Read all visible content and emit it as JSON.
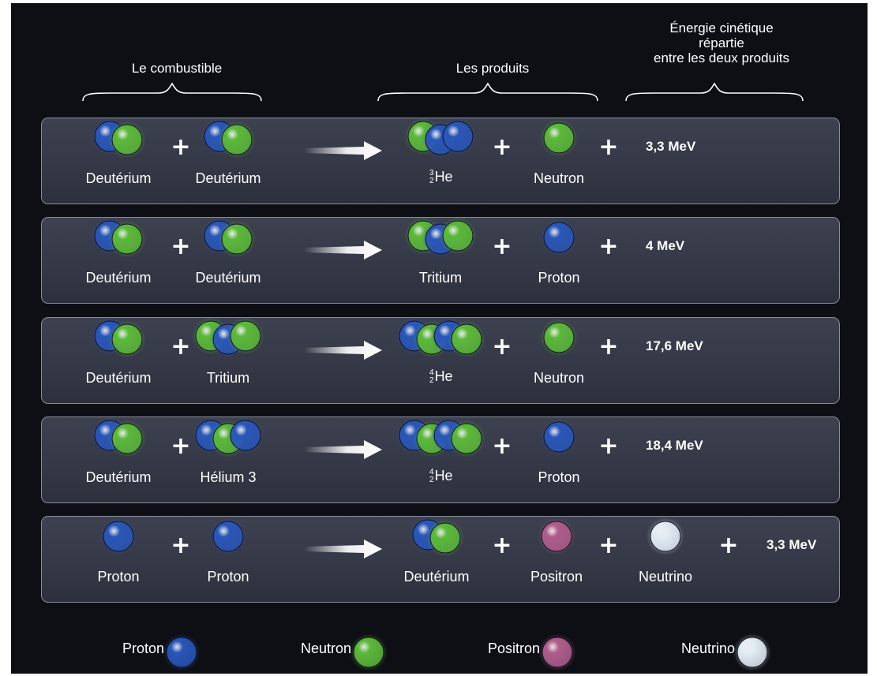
{
  "colors": {
    "background": "#0d0f14",
    "panel": "#383b49",
    "proton": "#2a56b8",
    "neutron": "#5cb83a",
    "positron": "#b05d8c",
    "neutrino": "#e4ecf4",
    "text": "#ffffff"
  },
  "headers": {
    "fuel": "Le combustible",
    "products": "Les produits",
    "energy": [
      "Énergie cinétique",
      "répartie",
      "entre les deux produits"
    ]
  },
  "reactions": [
    {
      "inputs": [
        {
          "label": "Deutérium",
          "particles": [
            "proton",
            "neutron"
          ]
        },
        {
          "label": "Deutérium",
          "particles": [
            "proton",
            "neutron"
          ]
        }
      ],
      "outputs": [
        {
          "isotope": {
            "mass": "3",
            "atomic": "2",
            "symbol": "He"
          },
          "particles": [
            "neutron",
            "proton",
            "proton"
          ]
        },
        {
          "label": "Neutron",
          "particles": [
            "neutron"
          ]
        }
      ],
      "energy": "3,3 MeV"
    },
    {
      "inputs": [
        {
          "label": "Deutérium",
          "particles": [
            "proton",
            "neutron"
          ]
        },
        {
          "label": "Deutérium",
          "particles": [
            "proton",
            "neutron"
          ]
        }
      ],
      "outputs": [
        {
          "label": "Tritium",
          "particles": [
            "neutron",
            "proton",
            "neutron"
          ]
        },
        {
          "label": "Proton",
          "particles": [
            "proton"
          ]
        }
      ],
      "energy": "4 MeV"
    },
    {
      "inputs": [
        {
          "label": "Deutérium",
          "particles": [
            "proton",
            "neutron"
          ]
        },
        {
          "label": "Tritium",
          "particles": [
            "neutron",
            "proton",
            "neutron"
          ]
        }
      ],
      "outputs": [
        {
          "isotope": {
            "mass": "4",
            "atomic": "2",
            "symbol": "He"
          },
          "particles": [
            "proton",
            "neutron",
            "proton",
            "neutron"
          ]
        },
        {
          "label": "Neutron",
          "particles": [
            "neutron"
          ]
        }
      ],
      "energy": "17,6 MeV"
    },
    {
      "inputs": [
        {
          "label": "Deutérium",
          "particles": [
            "proton",
            "neutron"
          ]
        },
        {
          "label": "Hélium 3",
          "particles": [
            "proton",
            "neutron",
            "proton"
          ]
        }
      ],
      "outputs": [
        {
          "isotope": {
            "mass": "4",
            "atomic": "2",
            "symbol": "He"
          },
          "particles": [
            "proton",
            "neutron",
            "proton",
            "neutron"
          ]
        },
        {
          "label": "Proton",
          "particles": [
            "proton"
          ]
        }
      ],
      "energy": "18,4 MeV"
    },
    {
      "inputs": [
        {
          "label": "Proton",
          "particles": [
            "proton"
          ]
        },
        {
          "label": "Proton",
          "particles": [
            "proton"
          ]
        }
      ],
      "outputs": [
        {
          "label": "Deutérium",
          "particles": [
            "proton",
            "neutron"
          ]
        },
        {
          "label": "Positron",
          "particles": [
            "positron"
          ]
        },
        {
          "label": "Neutrino",
          "particles": [
            "neutrino"
          ]
        }
      ],
      "energy": "3,3 MeV"
    }
  ],
  "plus_sign": "+",
  "legend": [
    {
      "label": "Proton",
      "particle": "proton"
    },
    {
      "label": "Neutron",
      "particle": "neutron"
    },
    {
      "label": "Positron",
      "particle": "positron"
    },
    {
      "label": "Neutrino",
      "particle": "neutrino"
    }
  ]
}
